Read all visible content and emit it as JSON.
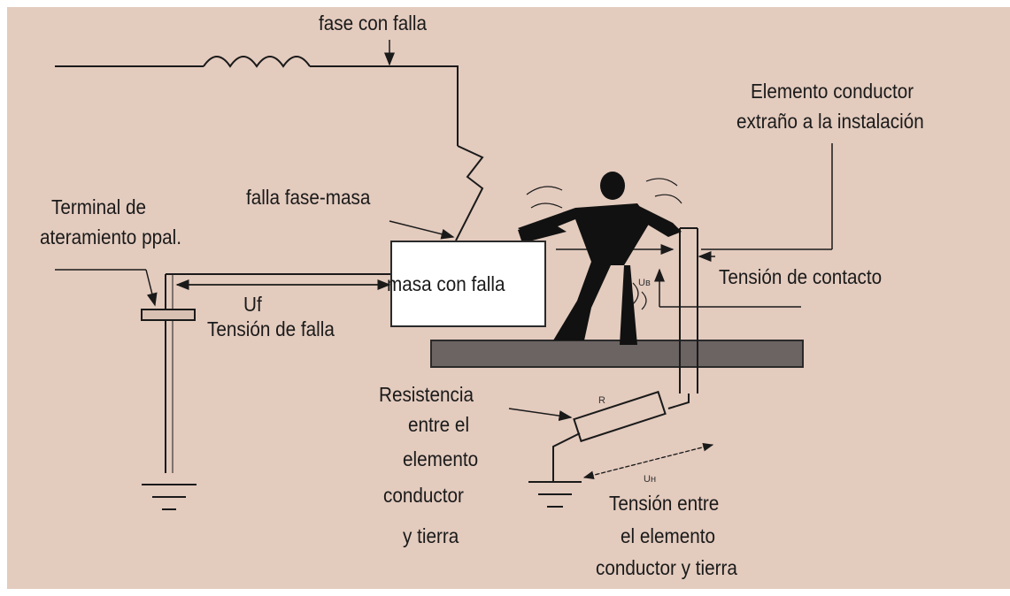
{
  "labels": {
    "fase_con_falla": "fase con falla",
    "elemento_conductor": "Elemento conductor",
    "extrano_instalacion": "extraño a la instalación",
    "falla_fase_masa": "falla fase-masa",
    "terminal_de": "Terminal de",
    "ateramiento": "ateramiento ppal.",
    "tension_contacto": "Tensión de contacto",
    "masa_con_falla": "masa con falla",
    "uf": "Uf",
    "tension_falla": "Tensión de falla",
    "resistencia_lines": [
      "Resistencia",
      "entre el",
      "elemento",
      "conductor",
      "y tierra"
    ],
    "tension_entre_lines": [
      "Tensión entre",
      "el elemento",
      "conductor y tierra"
    ],
    "ub": "Uʙ",
    "r": "R",
    "uh": "Uʜ"
  },
  "colors": {
    "background": "#e3cbbe",
    "ink": "#1a1a1a",
    "floor": "#6b6462",
    "box_fill": "#ffffff"
  }
}
